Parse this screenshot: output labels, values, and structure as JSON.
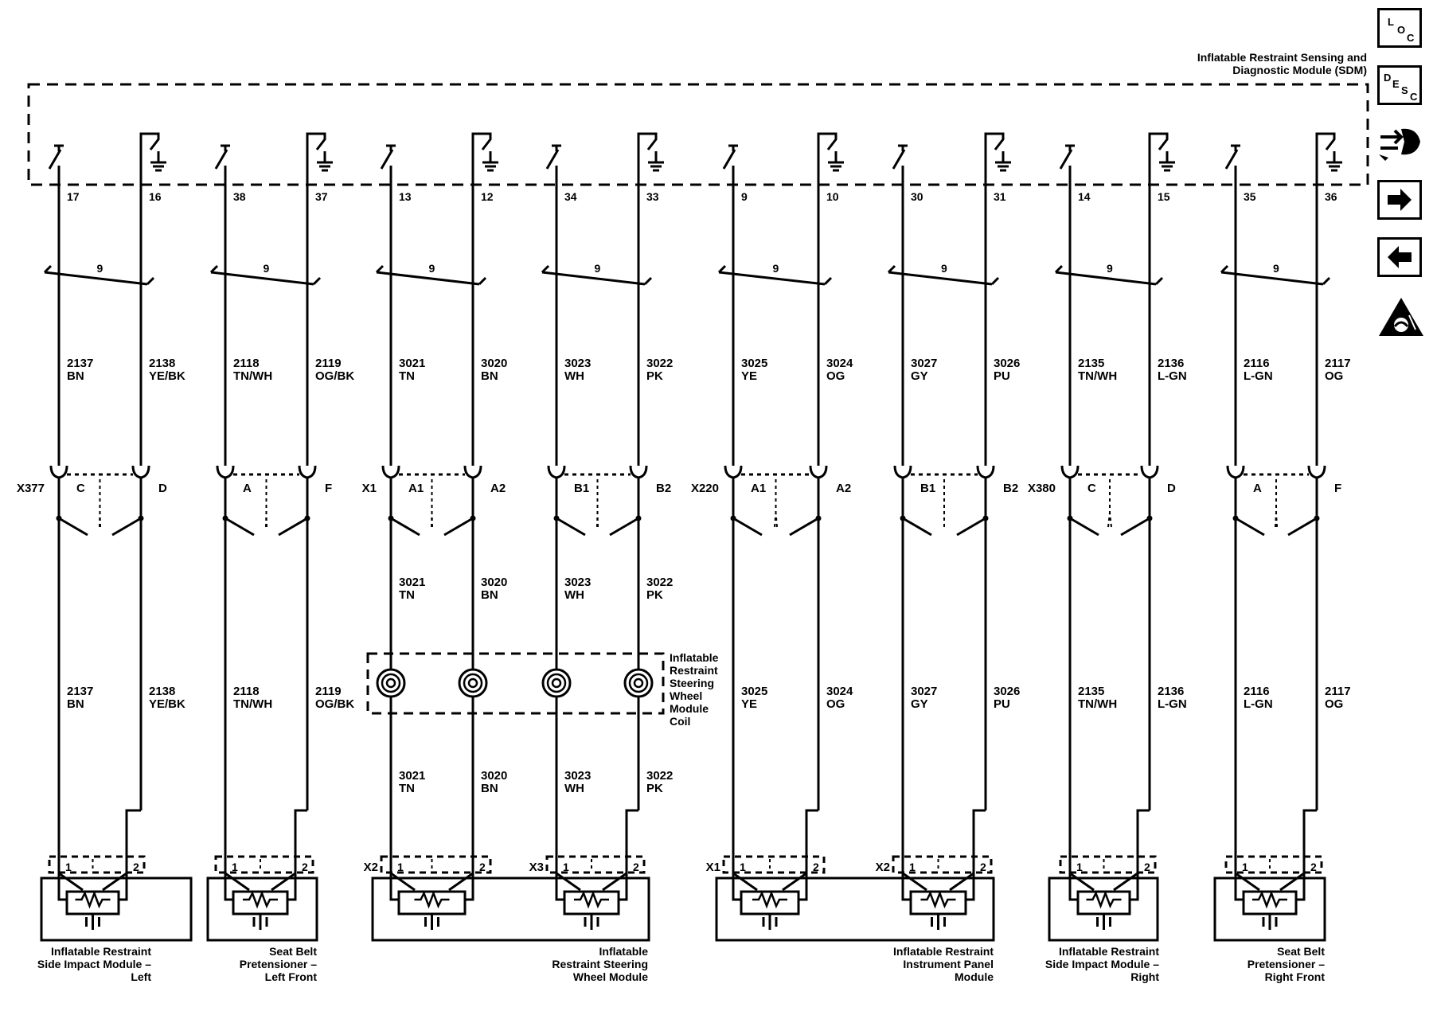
{
  "module": {
    "title_line1": "Inflatable Restraint Sensing and",
    "title_line2": "Diagnostic Module (SDM)"
  },
  "twisted_pair_label": "9",
  "pins": [
    {
      "pin": "17",
      "circuit": "2137",
      "color": "BN",
      "conn_pin": "C",
      "conn_label": "X377"
    },
    {
      "pin": "16",
      "circuit": "2138",
      "color": "YE/BK",
      "conn_pin": "D",
      "conn_label": ""
    },
    {
      "pin": "38",
      "circuit": "2118",
      "color": "TN/WH",
      "conn_pin": "A",
      "conn_label": ""
    },
    {
      "pin": "37",
      "circuit": "2119",
      "color": "OG/BK",
      "conn_pin": "F",
      "conn_label": ""
    },
    {
      "pin": "13",
      "circuit": "3021",
      "color": "TN",
      "conn_pin": "A1",
      "conn_label": "X1"
    },
    {
      "pin": "12",
      "circuit": "3020",
      "color": "BN",
      "conn_pin": "A2",
      "conn_label": ""
    },
    {
      "pin": "34",
      "circuit": "3023",
      "color": "WH",
      "conn_pin": "B1",
      "conn_label": ""
    },
    {
      "pin": "33",
      "circuit": "3022",
      "color": "PK",
      "conn_pin": "B2",
      "conn_label": ""
    },
    {
      "pin": "9",
      "circuit": "3025",
      "color": "YE",
      "conn_pin": "A1",
      "conn_label": "X220"
    },
    {
      "pin": "10",
      "circuit": "3024",
      "color": "OG",
      "conn_pin": "A2",
      "conn_label": ""
    },
    {
      "pin": "30",
      "circuit": "3027",
      "color": "GY",
      "conn_pin": "B1",
      "conn_label": ""
    },
    {
      "pin": "31",
      "circuit": "3026",
      "color": "PU",
      "conn_pin": "B2",
      "conn_label": ""
    },
    {
      "pin": "14",
      "circuit": "2135",
      "color": "TN/WH",
      "conn_pin": "C",
      "conn_label": "X380"
    },
    {
      "pin": "15",
      "circuit": "2136",
      "color": "L-GN",
      "conn_pin": "D",
      "conn_label": ""
    },
    {
      "pin": "35",
      "circuit": "2116",
      "color": "L-GN",
      "conn_pin": "A",
      "conn_label": ""
    },
    {
      "pin": "36",
      "circuit": "2117",
      "color": "OG",
      "conn_pin": "F",
      "conn_label": ""
    }
  ],
  "coil": {
    "label_lines": [
      "Inflatable",
      "Restraint",
      "Steering",
      "Wheel",
      "Module",
      "Coil"
    ]
  },
  "device_connectors": [
    {
      "label": "",
      "p1": "1",
      "p2": "2"
    },
    {
      "label": "",
      "p1": "1",
      "p2": "2"
    },
    {
      "label": "X2",
      "p1": "1",
      "p2": "2"
    },
    {
      "label": "X3",
      "p1": "1",
      "p2": "2"
    },
    {
      "label": "X1",
      "p1": "1",
      "p2": "2"
    },
    {
      "label": "X2",
      "p1": "1",
      "p2": "2"
    },
    {
      "label": "",
      "p1": "1",
      "p2": "2"
    },
    {
      "label": "",
      "p1": "1",
      "p2": "2"
    }
  ],
  "modules": [
    {
      "lines": [
        "Inflatable Restraint",
        "Side Impact Module –",
        "Left"
      ]
    },
    {
      "lines": [
        "Seat Belt",
        "Pretensioner –",
        "Left Front"
      ]
    },
    {
      "lines": [
        "Inflatable",
        "Restraint Steering",
        "Wheel Module"
      ]
    },
    {
      "lines": [
        "Inflatable Restraint",
        "Instrument Panel",
        "Module"
      ]
    },
    {
      "lines": [
        "Inflatable Restraint",
        "Side Impact Module –",
        "Right"
      ]
    },
    {
      "lines": [
        "Seat Belt",
        "Pretensioner –",
        "Right Front"
      ]
    }
  ],
  "sidebar": {
    "loc_letters": [
      "L",
      "O",
      "C"
    ],
    "desc_letters": [
      "D",
      "E",
      "S",
      "C"
    ],
    "icons": [
      "connector-repair-icon",
      "arrow-right-icon",
      "arrow-left-icon",
      "warning-icon"
    ]
  }
}
